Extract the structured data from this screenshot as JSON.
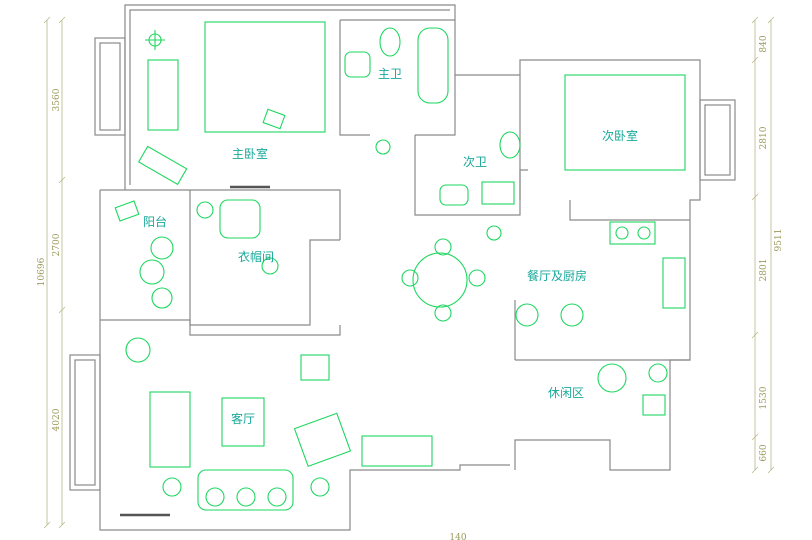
{
  "rooms": {
    "master_bedroom": "主卧室",
    "master_bath": "主卫",
    "second_bedroom": "次卧室",
    "second_bath": "次卫",
    "balcony": "阳台",
    "closet": "衣帽间",
    "dining_kitchen": "餐厅及厨房",
    "living_room": "客厅",
    "leisure_area": "休闲区"
  },
  "dimensions": {
    "left_total": "10696",
    "left": [
      "3560",
      "2700",
      "4020"
    ],
    "right_total": "9511",
    "right": [
      "840",
      "2810",
      "2801",
      "1530",
      "660"
    ],
    "bottom": "140"
  },
  "colors": {
    "wall": "#8a8a8a",
    "furniture": "#1ed760",
    "label": "#19a89a",
    "dimension": "#b8b88a"
  }
}
